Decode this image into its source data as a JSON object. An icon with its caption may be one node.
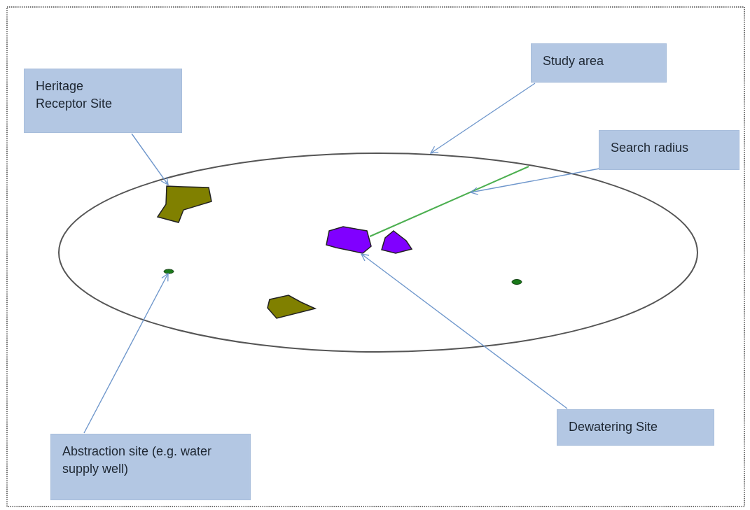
{
  "diagram": {
    "nodes": [
      {
        "text": [
          "Heritage Receptor Site"
        ]
      },
      {
        "text": [
          "Study area"
        ]
      },
      {
        "text": [
          "Search radius"
        ]
      },
      {
        "text": [
          "Dewatering Site"
        ]
      },
      {
        "text": [
          "Abstraction site (e.g. water supply well)"
        ]
      },
      {
        "text": [],
        "shape": "ellipse"
      },
      {
        "text": [],
        "shape": "polygon",
        "in": 5
      },
      {
        "text": [],
        "shape": "line",
        "in": 5
      },
      {
        "text": [],
        "shape": "polygon",
        "in": 5
      },
      {
        "text": [],
        "shape": "dot",
        "in": 5
      }
    ],
    "edges": [
      {
        "from": 0,
        "to": 6,
        "arrow": "to"
      },
      {
        "from": 1,
        "to": 5,
        "arrow": "to"
      },
      {
        "from": 2,
        "to": 7,
        "arrow": "to"
      },
      {
        "from": 3,
        "to": 8,
        "arrow": "to"
      },
      {
        "from": 4,
        "to": 9,
        "arrow": "to"
      }
    ]
  }
}
